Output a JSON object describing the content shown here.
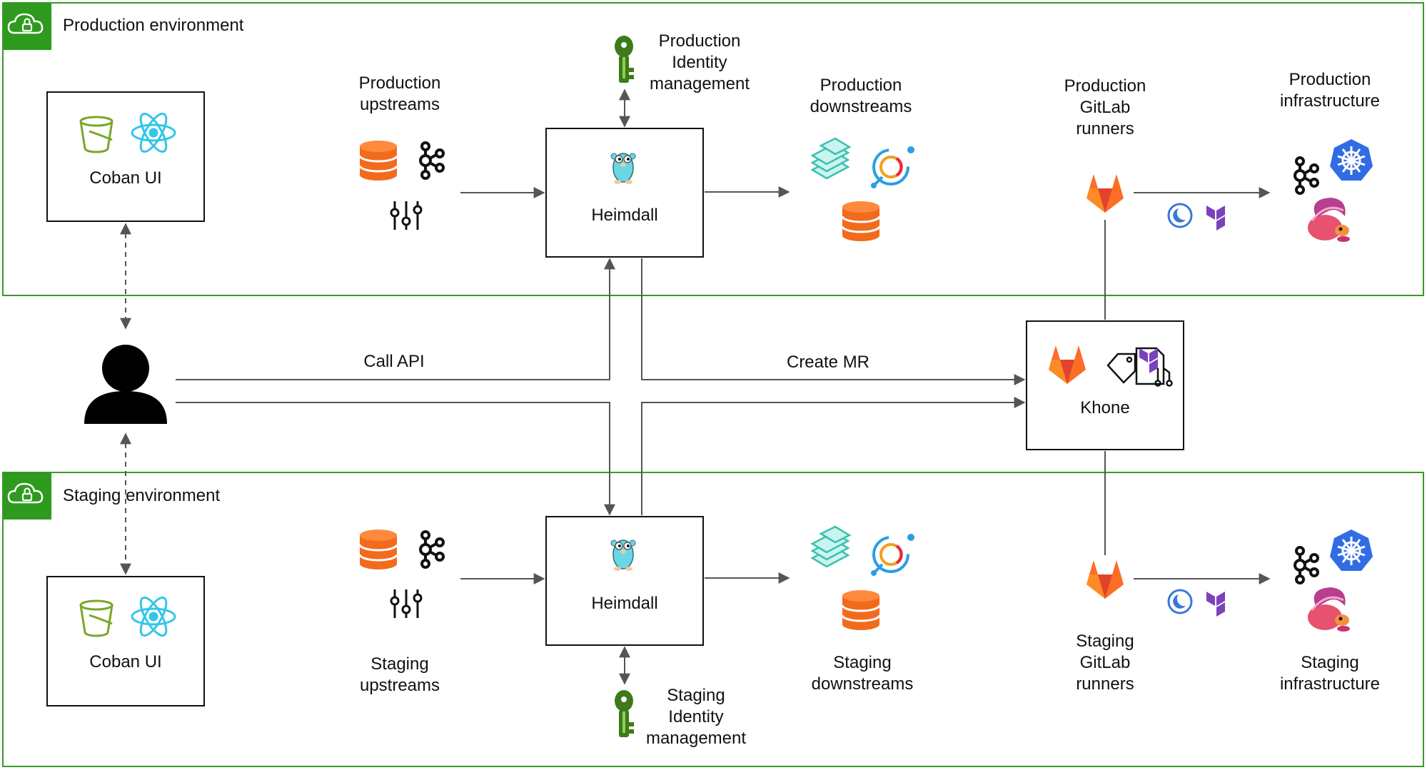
{
  "environments": {
    "production": {
      "title": "Production environment",
      "color": "#3a9a2a",
      "badge_color": "#2e9a1e"
    },
    "staging": {
      "title": "Staging environment",
      "color": "#3a9a2a",
      "badge_color": "#2e9a1e"
    }
  },
  "nodes": {
    "prod_coban": "Coban UI",
    "stag_coban": "Coban UI",
    "prod_heimdall": "Heimdall",
    "stag_heimdall": "Heimdall",
    "khone": "Khone"
  },
  "labels": {
    "prod_upstreams": "Production\nupstreams",
    "prod_identity": "Production\nIdentity\nmanagement",
    "prod_downstreams": "Production\ndownstreams",
    "prod_runners": "Production\nGitLab\nrunners",
    "prod_infra": "Production\ninfrastructure",
    "stag_upstreams": "Staging\nupstreams",
    "stag_identity": "Staging\nIdentity\nmanagement",
    "stag_downstreams": "Staging\ndownstreams",
    "stag_runners": "Staging\nGitLab\nrunners",
    "stag_infra": "Staging\ninfrastructure"
  },
  "edges": {
    "call_api": "Call API",
    "create_mr": "Create MR"
  },
  "colors": {
    "line": "#555555",
    "database": "#f26b1d",
    "react": "#33c6e8",
    "bucket": "#7aa62b",
    "gitlab": "#e2432a",
    "terraform": "#7b42bc",
    "kubernetes": "#326ce5",
    "vault_key": "#3d7a19",
    "gopher": "#6ad7e5"
  },
  "icons": [
    "cloud-lock-icon",
    "bucket-icon",
    "react-icon",
    "database-icon",
    "kafka-icon",
    "sliders-icon",
    "key-icon",
    "gopher-icon",
    "stacked-blocks-icon",
    "debezium-icon",
    "gitlab-icon",
    "argo-icon",
    "terraform-icon",
    "kubernetes-icon",
    "flink-squirrel-icon",
    "user-icon",
    "tag-icon",
    "merge-request-icon"
  ]
}
